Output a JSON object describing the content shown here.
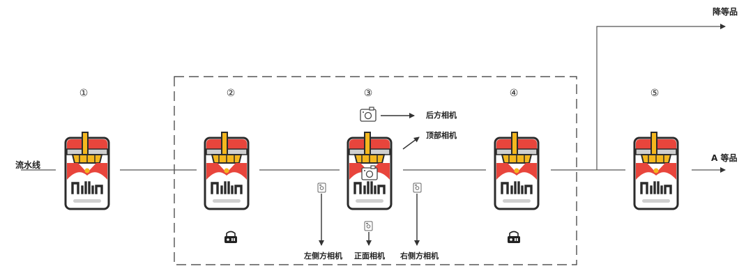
{
  "input_label": "流水线",
  "steps": [
    "①",
    "②",
    "③",
    "④",
    "⑤"
  ],
  "cameras": {
    "rear": "后方相机",
    "top": "顶部相机",
    "left_side": "左侧方相机",
    "front": "正面相机",
    "right_side": "右侧方相机"
  },
  "outputs": {
    "downgrade": "降等品",
    "grade_a": "A 等品"
  },
  "colors": {
    "line": "#555555",
    "pack_red": "#e8453c",
    "pack_dark": "#2b2b2b",
    "cig_yellow": "#f4b71e",
    "gray": "#cfcfcf"
  }
}
